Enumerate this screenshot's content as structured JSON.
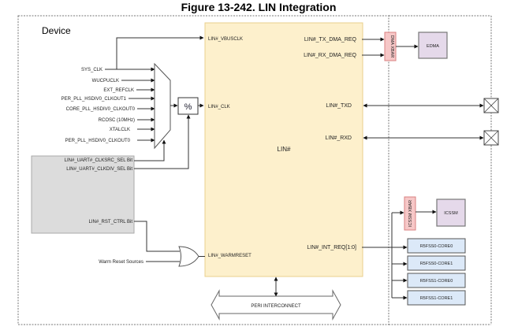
{
  "figure": {
    "title": "Figure 13-242. LIN Integration"
  },
  "device": {
    "label": "Device"
  },
  "lin_block": {
    "label": "LIN#",
    "fill": "#fdf0cc",
    "left_ports": {
      "vbusclk": "LIN#_VBUSCLK",
      "clk": "LIN#_CLK",
      "warmreset": "LIN#_WARMRESET"
    },
    "right_ports": {
      "tx_dma_req": "LIN#_TX_DMA_REQ",
      "rx_dma_req": "LIN#_RX_DMA_REQ",
      "txd": "LIN#_TXD",
      "rxd": "LIN#_RXD",
      "int_req": "LIN#_INT_REQ[1:0]"
    }
  },
  "clock_sources": [
    "SYS_CLK",
    "WUCPUCLK",
    "EXT_REFCLK",
    "PER_PLL_HSDIV0_CLKOUT1",
    "CORE_PLL_HSDIV0_CLKOUT0",
    "RCOSC (10MHz)",
    "XTALCLK",
    "PER_PLL_HSDIV0_CLKOUT0"
  ],
  "divider": {
    "symbol": "%"
  },
  "control_register": {
    "fill": "#dcdcdc",
    "bits": {
      "clksrc_sel": "LIN#_UART#_CLKSRC_SEL Bit",
      "clkdiv_sel": "LIN#_UART#_CLKDIV_SEL Bit",
      "rst_ctrl": "LIN#_RST_CTRL Bit"
    }
  },
  "reset": {
    "warm_reset_sources": "Warm Reset Sources"
  },
  "dma_xbar": {
    "label": "DMA XBAR",
    "fill": "#f6c7c7"
  },
  "edma": {
    "label": "EDMA",
    "fill": "#e5d9ea"
  },
  "icssm_xbar": {
    "label": "ICSSM XBAR",
    "fill": "#f6c7c7"
  },
  "icssm": {
    "label": "ICSSM",
    "fill": "#e5d9ea"
  },
  "cores": {
    "fill": "#dce9f8",
    "items": [
      "R5FSS0-CORE0",
      "R5FSS0-CORE1",
      "R5FSS1-CORE0",
      "R5FSS1-CORE1"
    ]
  },
  "interconnect": {
    "label": "PERI INTERCONNECT"
  }
}
